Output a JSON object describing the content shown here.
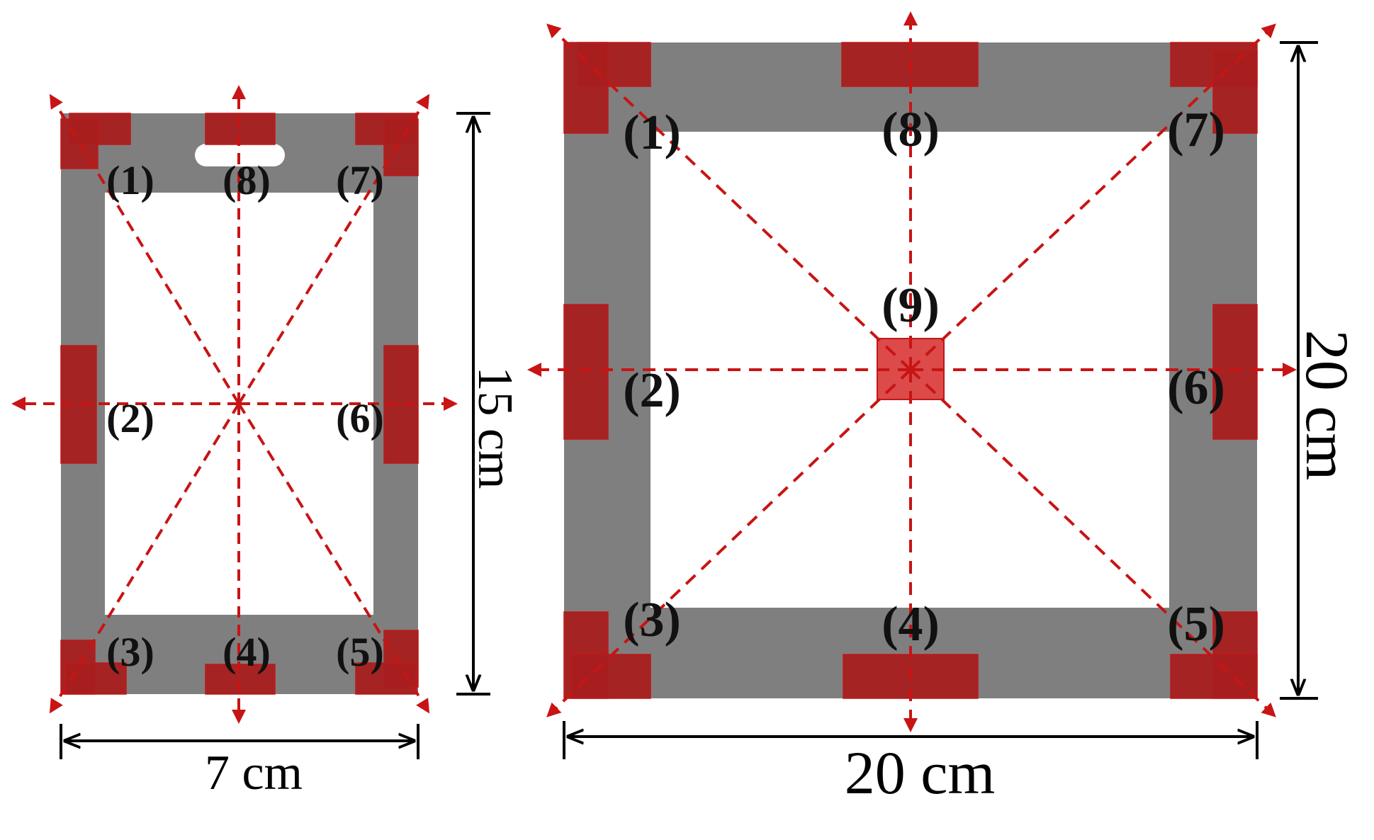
{
  "colors": {
    "frame": "#7f7f7f",
    "pad": "#b02020",
    "pad_fill": "#a81f1f",
    "center_pad": "#dc4a4a",
    "guide": "#c81414",
    "dimension": "#000000",
    "background": "#ffffff"
  },
  "left_diagram": {
    "width_label": "7 cm",
    "height_label": "15 cm",
    "labels": [
      "(1)",
      "(2)",
      "(3)",
      "(4)",
      "(5)",
      "(6)",
      "(7)",
      "(8)"
    ]
  },
  "right_diagram": {
    "width_label": "20 cm",
    "height_label": "20 cm",
    "labels": [
      "(1)",
      "(2)",
      "(3)",
      "(4)",
      "(5)",
      "(6)",
      "(7)",
      "(8)",
      "(9)"
    ]
  }
}
